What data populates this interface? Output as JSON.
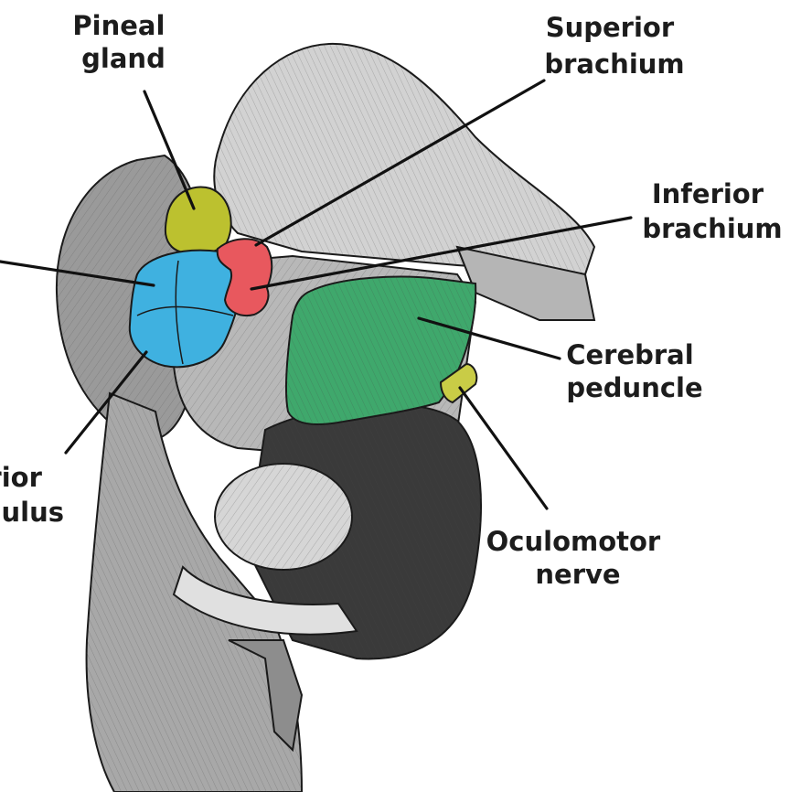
{
  "labels": {
    "pineal_gland": [
      "Pineal",
      "gland"
    ],
    "superior_brachium": [
      "Superior",
      "brachium"
    ],
    "inferior_brachium": [
      "Inferior",
      "brachium"
    ],
    "cerebral_peduncle": [
      "Cerebral",
      "peduncle"
    ],
    "oculomotor_nerve": [
      "Oculomotor",
      "nerve"
    ],
    "inferior_colliculus_partial": [
      "rior",
      "ulus"
    ]
  },
  "colors": {
    "pineal_gland": "#bcc12f",
    "superior_colliculus": "#3fb1e0",
    "brachium": "#e8585e",
    "cerebral_peduncle": "#3fa86c",
    "oculomotor_nerve": "#c9cc46",
    "background_tissue": "#c4c4c4",
    "dark_tissue": "#2e2e2e"
  }
}
